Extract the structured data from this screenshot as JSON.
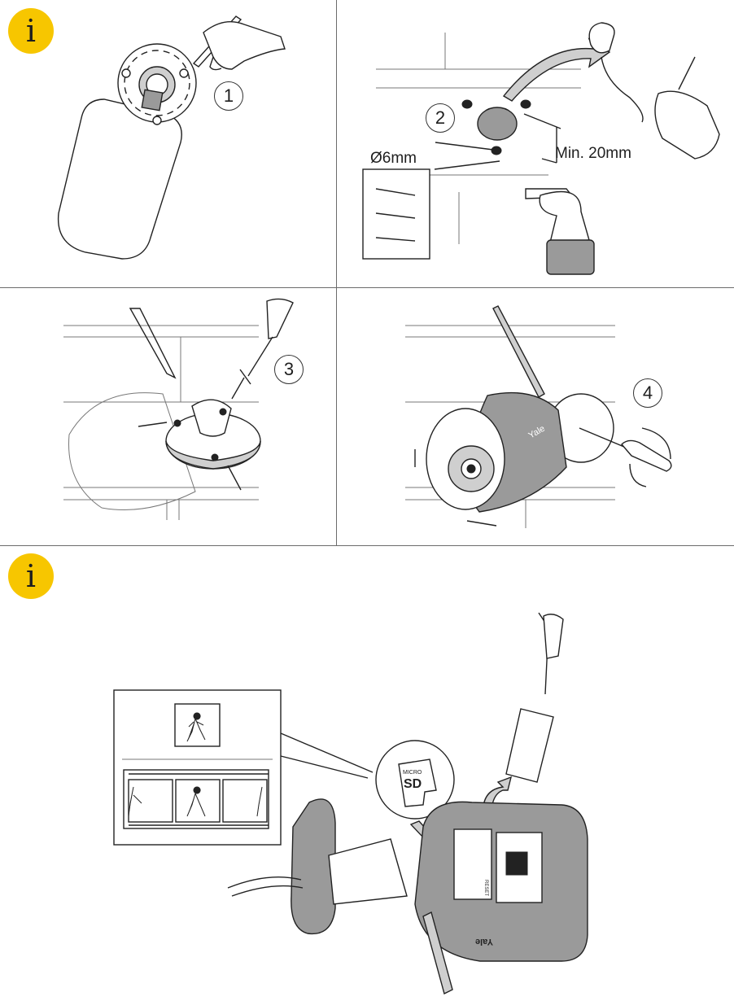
{
  "info_icon_glyph": "i",
  "accent_color": "#f7c600",
  "steps": [
    {
      "number": "1"
    },
    {
      "number": "2"
    },
    {
      "number": "3"
    },
    {
      "number": "4"
    }
  ],
  "step2": {
    "diameter_label": "Ø6mm",
    "depth_label": "Min. 20mm"
  },
  "sd_card": {
    "line1": "MICRO",
    "line2": "SD"
  },
  "camera": {
    "brand": "Yale",
    "reset_label": "RESET"
  }
}
